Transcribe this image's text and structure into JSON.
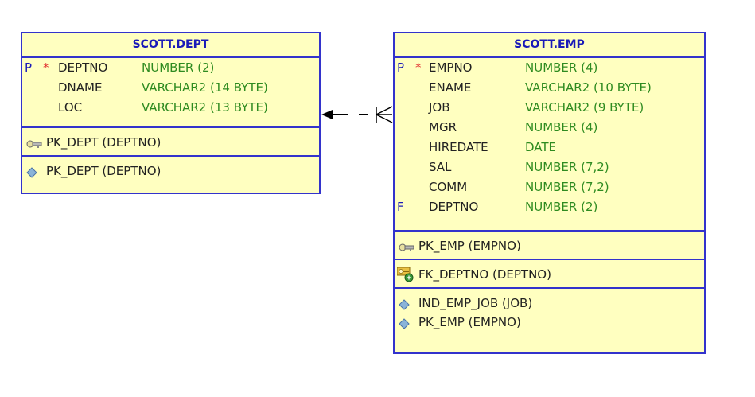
{
  "tables": {
    "dept": {
      "title": "SCOTT.DEPT",
      "columns": [
        {
          "flag": "P",
          "required": "*",
          "name": "DEPTNO",
          "type": "NUMBER (2)"
        },
        {
          "flag": "",
          "required": "",
          "name": "DNAME",
          "type": "VARCHAR2 (14 BYTE)"
        },
        {
          "flag": "",
          "required": "",
          "name": "LOC",
          "type": "VARCHAR2 (13 BYTE)"
        }
      ],
      "primary_key": {
        "label": "PK_DEPT (DEPTNO)",
        "icon": "key-icon"
      },
      "indexes": [
        {
          "label": "PK_DEPT (DEPTNO)",
          "icon": "index-diamond-icon"
        }
      ]
    },
    "emp": {
      "title": "SCOTT.EMP",
      "columns": [
        {
          "flag": "P",
          "required": "*",
          "name": "EMPNO",
          "type": "NUMBER (4)"
        },
        {
          "flag": "",
          "required": "",
          "name": "ENAME",
          "type": "VARCHAR2 (10 BYTE)"
        },
        {
          "flag": "",
          "required": "",
          "name": "JOB",
          "type": "VARCHAR2 (9 BYTE)"
        },
        {
          "flag": "",
          "required": "",
          "name": "MGR",
          "type": "NUMBER (4)"
        },
        {
          "flag": "",
          "required": "",
          "name": "HIREDATE",
          "type": "DATE"
        },
        {
          "flag": "",
          "required": "",
          "name": "SAL",
          "type": "NUMBER (7,2)"
        },
        {
          "flag": "",
          "required": "",
          "name": "COMM",
          "type": "NUMBER (7,2)"
        },
        {
          "flag": "F",
          "required": "",
          "name": "DEPTNO",
          "type": "NUMBER (2)"
        }
      ],
      "primary_key": {
        "label": "PK_EMP (EMPNO)",
        "icon": "key-icon"
      },
      "foreign_key": {
        "label": "FK_DEPTNO (DEPTNO)",
        "icon": "foreign-key-icon"
      },
      "indexes": [
        {
          "label": "IND_EMP_JOB (JOB)",
          "icon": "index-diamond-icon"
        },
        {
          "label": "PK_EMP (EMPNO)",
          "icon": "index-diamond-icon"
        }
      ]
    }
  },
  "relationship": {
    "from": "SCOTT.EMP",
    "to": "SCOTT.DEPT",
    "style": "dashed",
    "cardinality": "many-to-one"
  },
  "colors": {
    "border": "#3333cc",
    "fill": "#ffffc0",
    "title": "#1a1ab8",
    "type": "#2e8b20",
    "required": "#e03030"
  }
}
